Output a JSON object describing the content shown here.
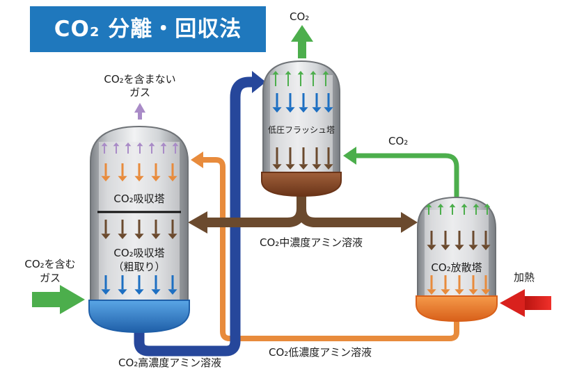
{
  "title": "CO₂ 分離・回収法",
  "labels": {
    "top_co2": "CO₂",
    "no_co2_gas_line1": "CO₂を含まない",
    "no_co2_gas_line2": "ガス",
    "flash_tower": "低圧フラッシュ塔",
    "recycle_co2": "CO₂",
    "absorber_upper": "CO₂吸収塔",
    "absorber_lower_line1": "CO₂吸収塔",
    "absorber_lower_line2": "（粗取り）",
    "medium_amine": "CO₂中濃度アミン溶液",
    "input_gas_line1": "CO₂を含む",
    "input_gas_line2": "ガス",
    "stripper": "CO₂放散塔",
    "heating": "加熱",
    "low_amine": "CO₂低濃度アミン溶液",
    "high_amine": "CO₂高濃度アミン溶液"
  },
  "colors": {
    "title_bg": "#1f78bd",
    "high_conc_flow": "#26479b",
    "low_conc_flow": "#e88b3c",
    "medium_conc_flow": "#6b4a2e",
    "co2_gas": "#4cae4c",
    "clean_gas": "#a98bc7",
    "heat": "#d9211d",
    "absorber_base": "#3a8fd3",
    "flash_base": "#8a4a2a",
    "stripper_base": "#ee7a2a"
  },
  "icons": [
    "up-arrow-icon",
    "down-arrow-icon",
    "right-arrow-icon",
    "left-arrow-icon"
  ]
}
